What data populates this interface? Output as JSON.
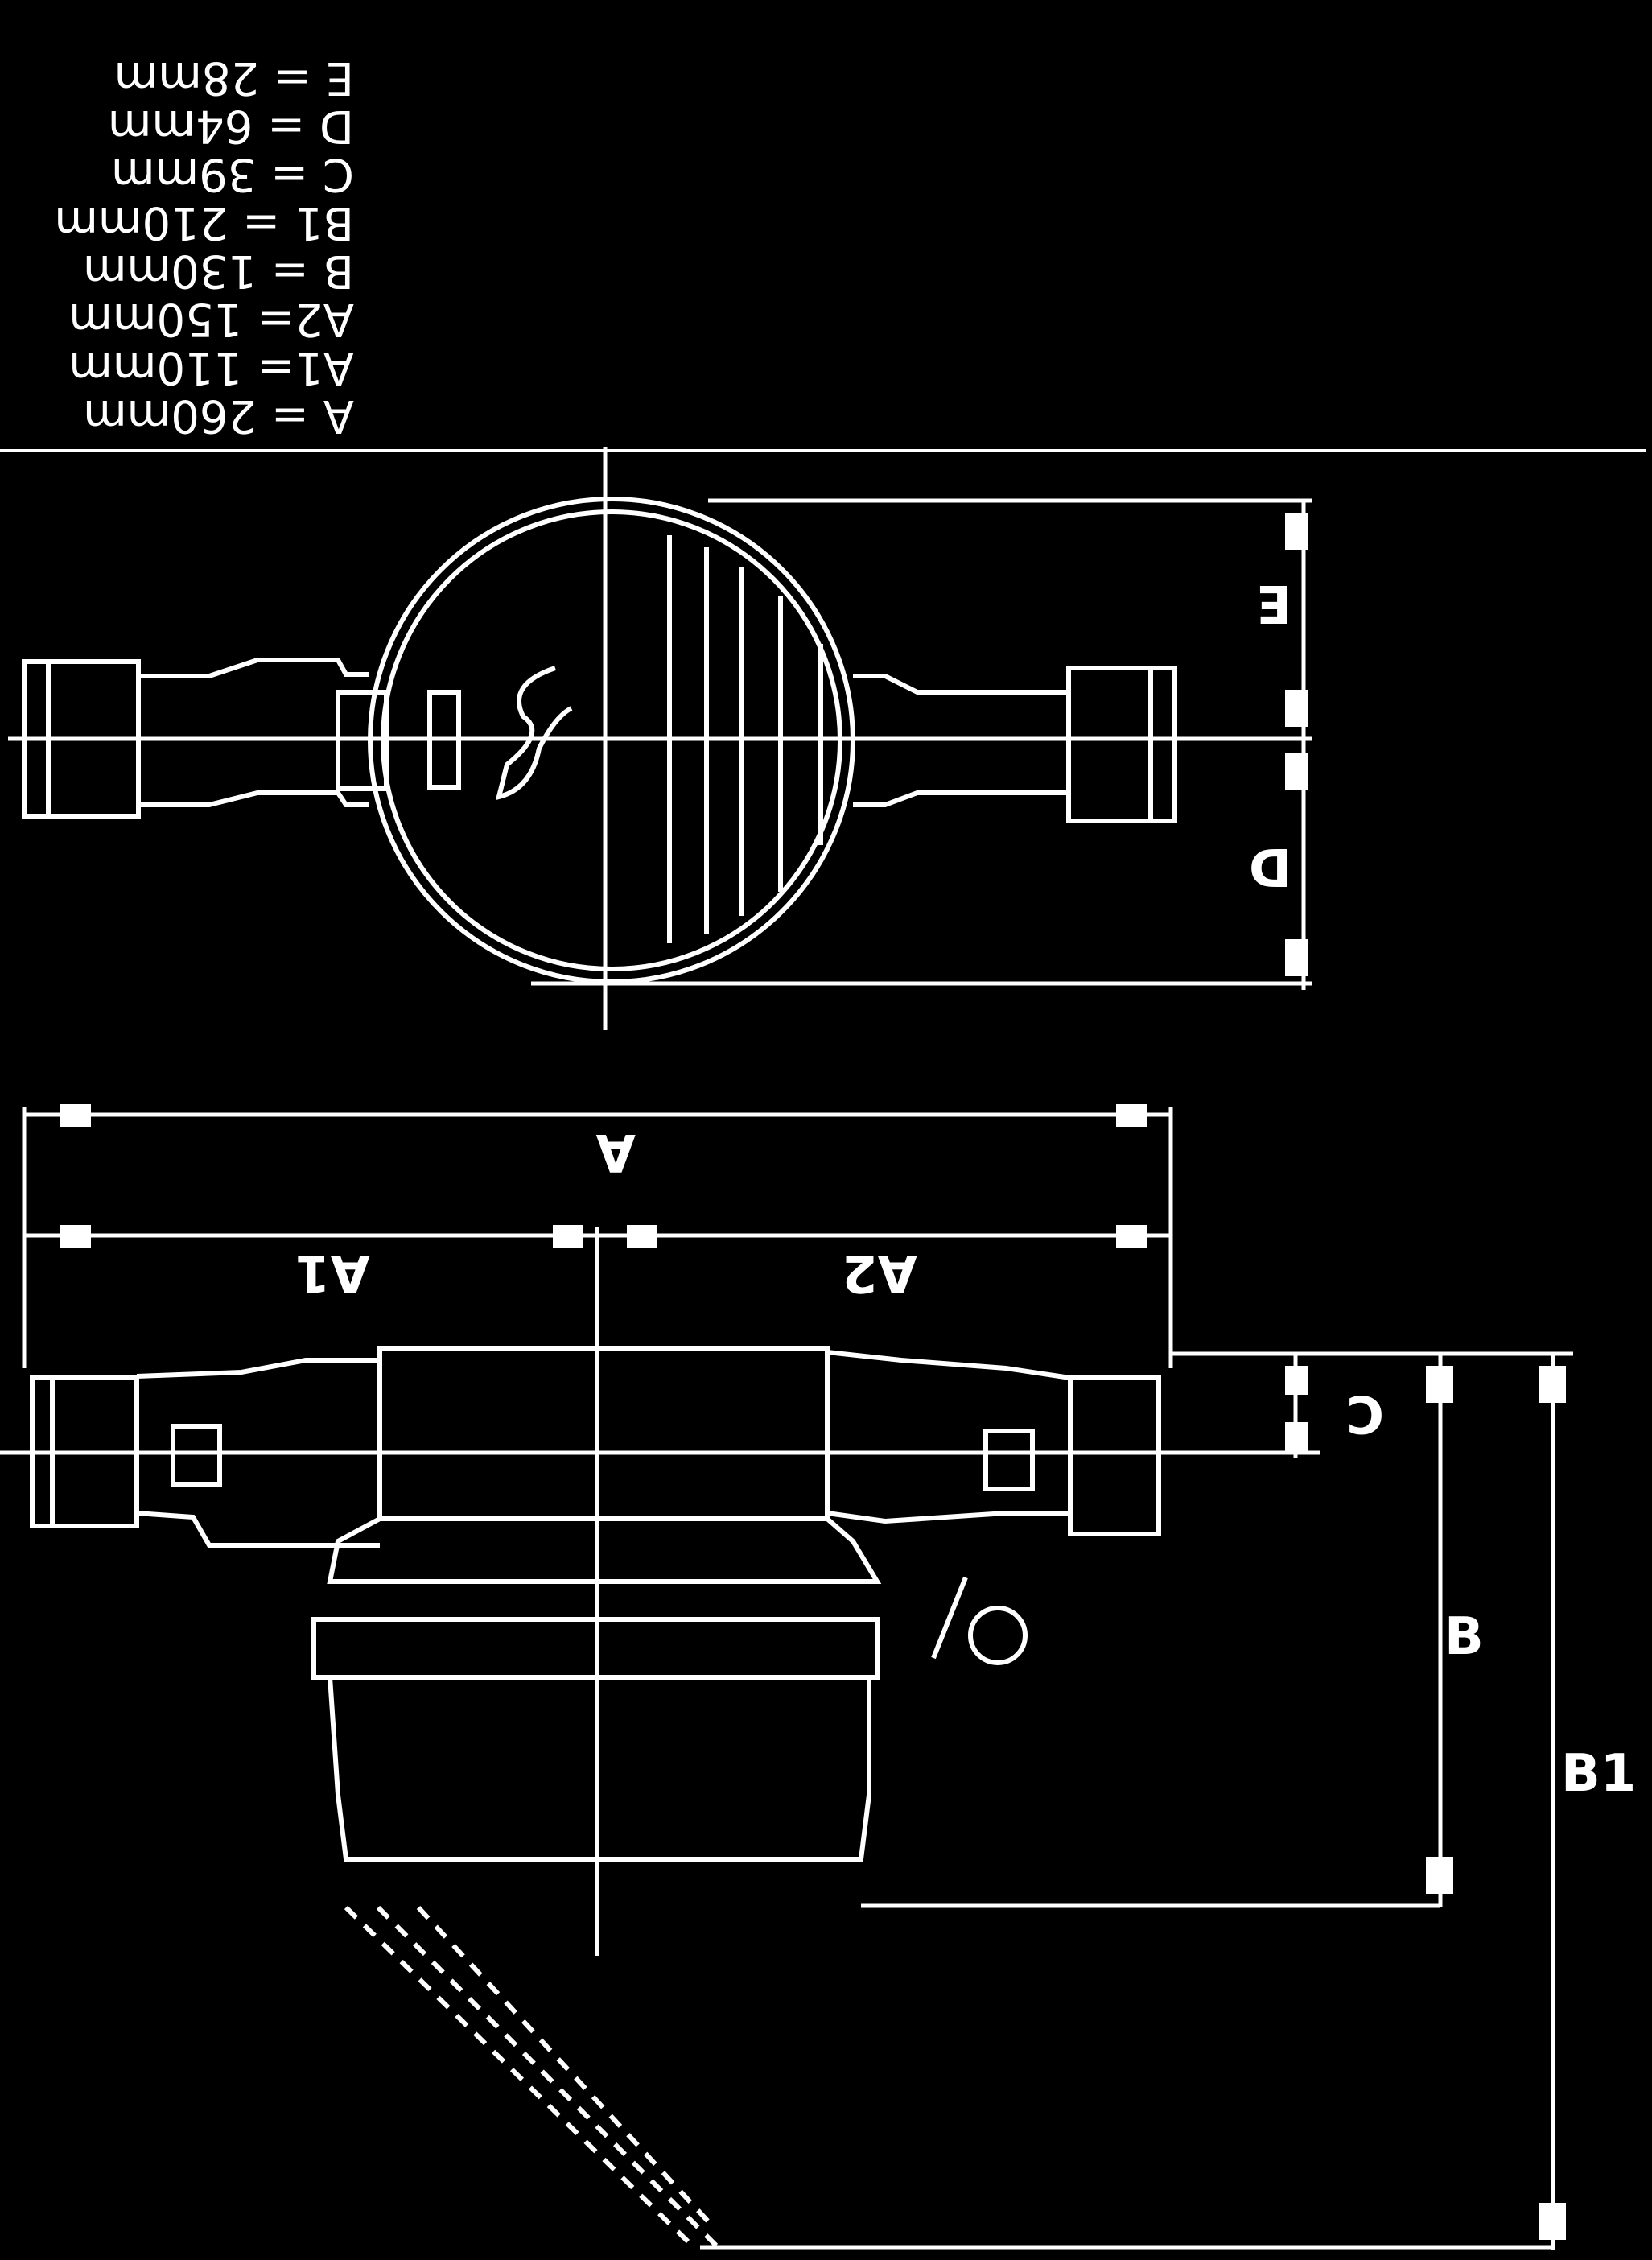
{
  "specs": {
    "A": "A  =  260mm",
    "A1": "A1=  110mm",
    "A2": "A2=  150mm",
    "B": "B  =  130mm",
    "B1": "B1  =  210mm",
    "C": "C  =  39mm",
    "D": "D  =  64mm",
    "E": "E  =  28mm"
  },
  "labels": {
    "A": "A",
    "A1": "A1",
    "A2": "A2",
    "B": "B",
    "B1": "B1",
    "C": "C",
    "D": "D",
    "E": "E"
  },
  "colors": {
    "background": "#000000",
    "line": "#ffffff"
  }
}
